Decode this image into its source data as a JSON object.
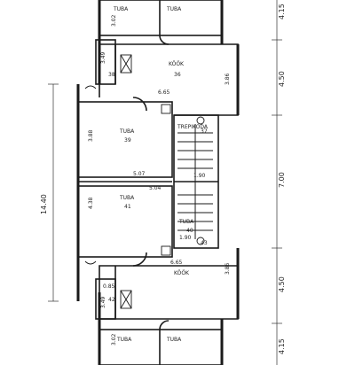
{
  "plan": {
    "labels_right_dims": [
      "4.15",
      "4.50",
      "7.00",
      "4.50",
      "4.15"
    ],
    "label_left_dim": "14.40",
    "rooms": {
      "tuba_top_left": "TUBA",
      "tuba_top_right": "TUBA",
      "kook_top": "KÖÖK",
      "tuba_mid_upper": "TUBA",
      "tuba_mid_lower": "TUBA",
      "kook_bottom": "KÖÖK",
      "tuba_bottom_left": "TUBA",
      "tuba_bottom_right": "TUBA",
      "trepikoda_top": "TREPIKODA",
      "trepikoda_bottom": "TUBA"
    },
    "room_numbers": {
      "n36": "36",
      "n37": "37",
      "n38": "38",
      "n39": "39",
      "n40": "40",
      "n41": "41",
      "n42": "42",
      "n43": "43"
    },
    "dims": {
      "d302_top": "3.02",
      "d349_top": "3.49",
      "d665_top": "6.65",
      "d386_top": "3.86",
      "d388": "3.88",
      "d507": "5.07",
      "d504": "5.04",
      "d438": "4.38",
      "d190_top": "1.90",
      "d190_bot": "1.90",
      "d665_bot": "6.65",
      "d386_bot": "3.86",
      "d349_bot": "3.49",
      "d302_bot": "3.02",
      "d085": "0.85"
    }
  }
}
